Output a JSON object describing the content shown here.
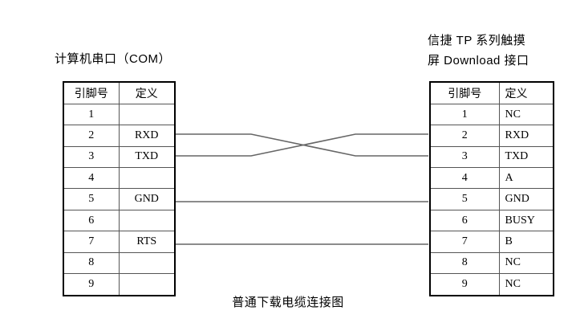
{
  "diagram": {
    "caption": "普通下载电缆连接图",
    "left_title": "计算机串口（COM）",
    "right_title_line1": "信捷 TP 系列触摸",
    "right_title_line2": "屏 Download 接口",
    "headers": {
      "pin": "引脚号",
      "definition": "定义"
    },
    "line_color": "#666666",
    "border_color": "#000000",
    "left_table": {
      "rows": [
        {
          "pin": "1",
          "def": ""
        },
        {
          "pin": "2",
          "def": "RXD"
        },
        {
          "pin": "3",
          "def": "TXD"
        },
        {
          "pin": "4",
          "def": ""
        },
        {
          "pin": "5",
          "def": "GND"
        },
        {
          "pin": "6",
          "def": ""
        },
        {
          "pin": "7",
          "def": "RTS"
        },
        {
          "pin": "8",
          "def": ""
        },
        {
          "pin": "9",
          "def": ""
        }
      ]
    },
    "right_table": {
      "rows": [
        {
          "pin": "1",
          "def": "NC"
        },
        {
          "pin": "2",
          "def": "RXD"
        },
        {
          "pin": "3",
          "def": "TXD"
        },
        {
          "pin": "4",
          "def": "A"
        },
        {
          "pin": "5",
          "def": "GND"
        },
        {
          "pin": "6",
          "def": "BUSY"
        },
        {
          "pin": "7",
          "def": "B"
        },
        {
          "pin": "8",
          "def": "NC"
        },
        {
          "pin": "9",
          "def": "NC"
        }
      ]
    },
    "connections": [
      {
        "name": "rxd-txd-cross-a",
        "from_pin": "2",
        "to_pin": "3",
        "crossed": true
      },
      {
        "name": "txd-rxd-cross-b",
        "from_pin": "3",
        "to_pin": "2",
        "crossed": true
      },
      {
        "name": "gnd-link",
        "from_pin": "5",
        "to_pin": "5",
        "crossed": false
      },
      {
        "name": "rts-b-link",
        "from_pin": "7",
        "to_pin": "7",
        "crossed": false
      }
    ]
  }
}
